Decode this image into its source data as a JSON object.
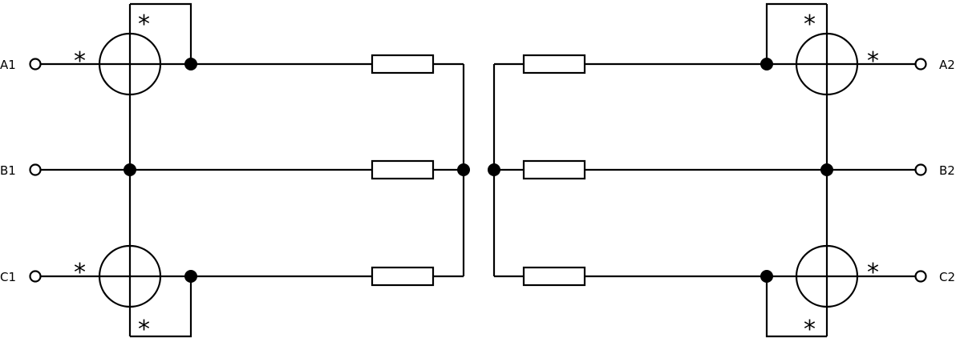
{
  "terminals": {
    "a1": "A1",
    "b1": "B1",
    "c1": "C1",
    "a2": "A2",
    "b2": "B2",
    "c2": "C2"
  },
  "polarity_mark": "*"
}
